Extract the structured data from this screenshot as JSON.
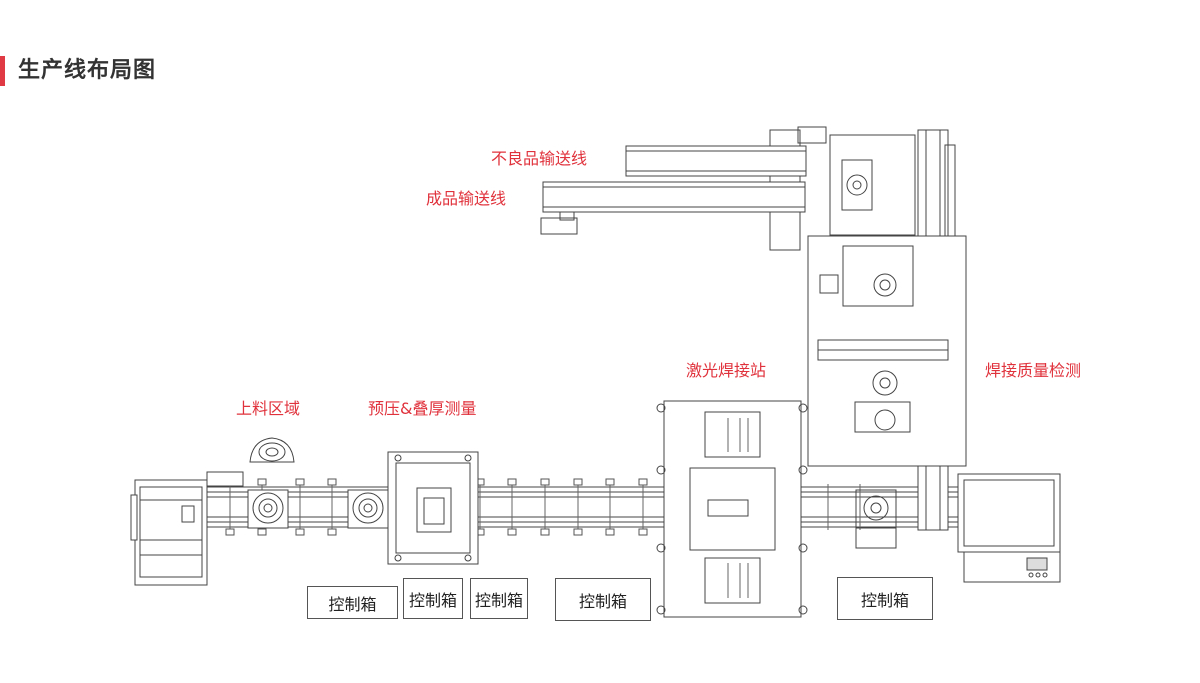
{
  "header": {
    "title": "生产线布局图",
    "accent_color": "#e03a45"
  },
  "diagram": {
    "label_color": "#e0323c",
    "stations": {
      "reject_conveyor": "不良品输送线",
      "finished_conveyor": "成品输送线",
      "loading_area": "上料区域",
      "prepress_thickness": "预压&叠厚测量",
      "laser_welding": "激光焊接站",
      "weld_quality": "焊接质量检测"
    },
    "control_boxes": [
      "控制箱",
      "控制箱",
      "控制箱",
      "控制箱",
      "控制箱"
    ]
  }
}
